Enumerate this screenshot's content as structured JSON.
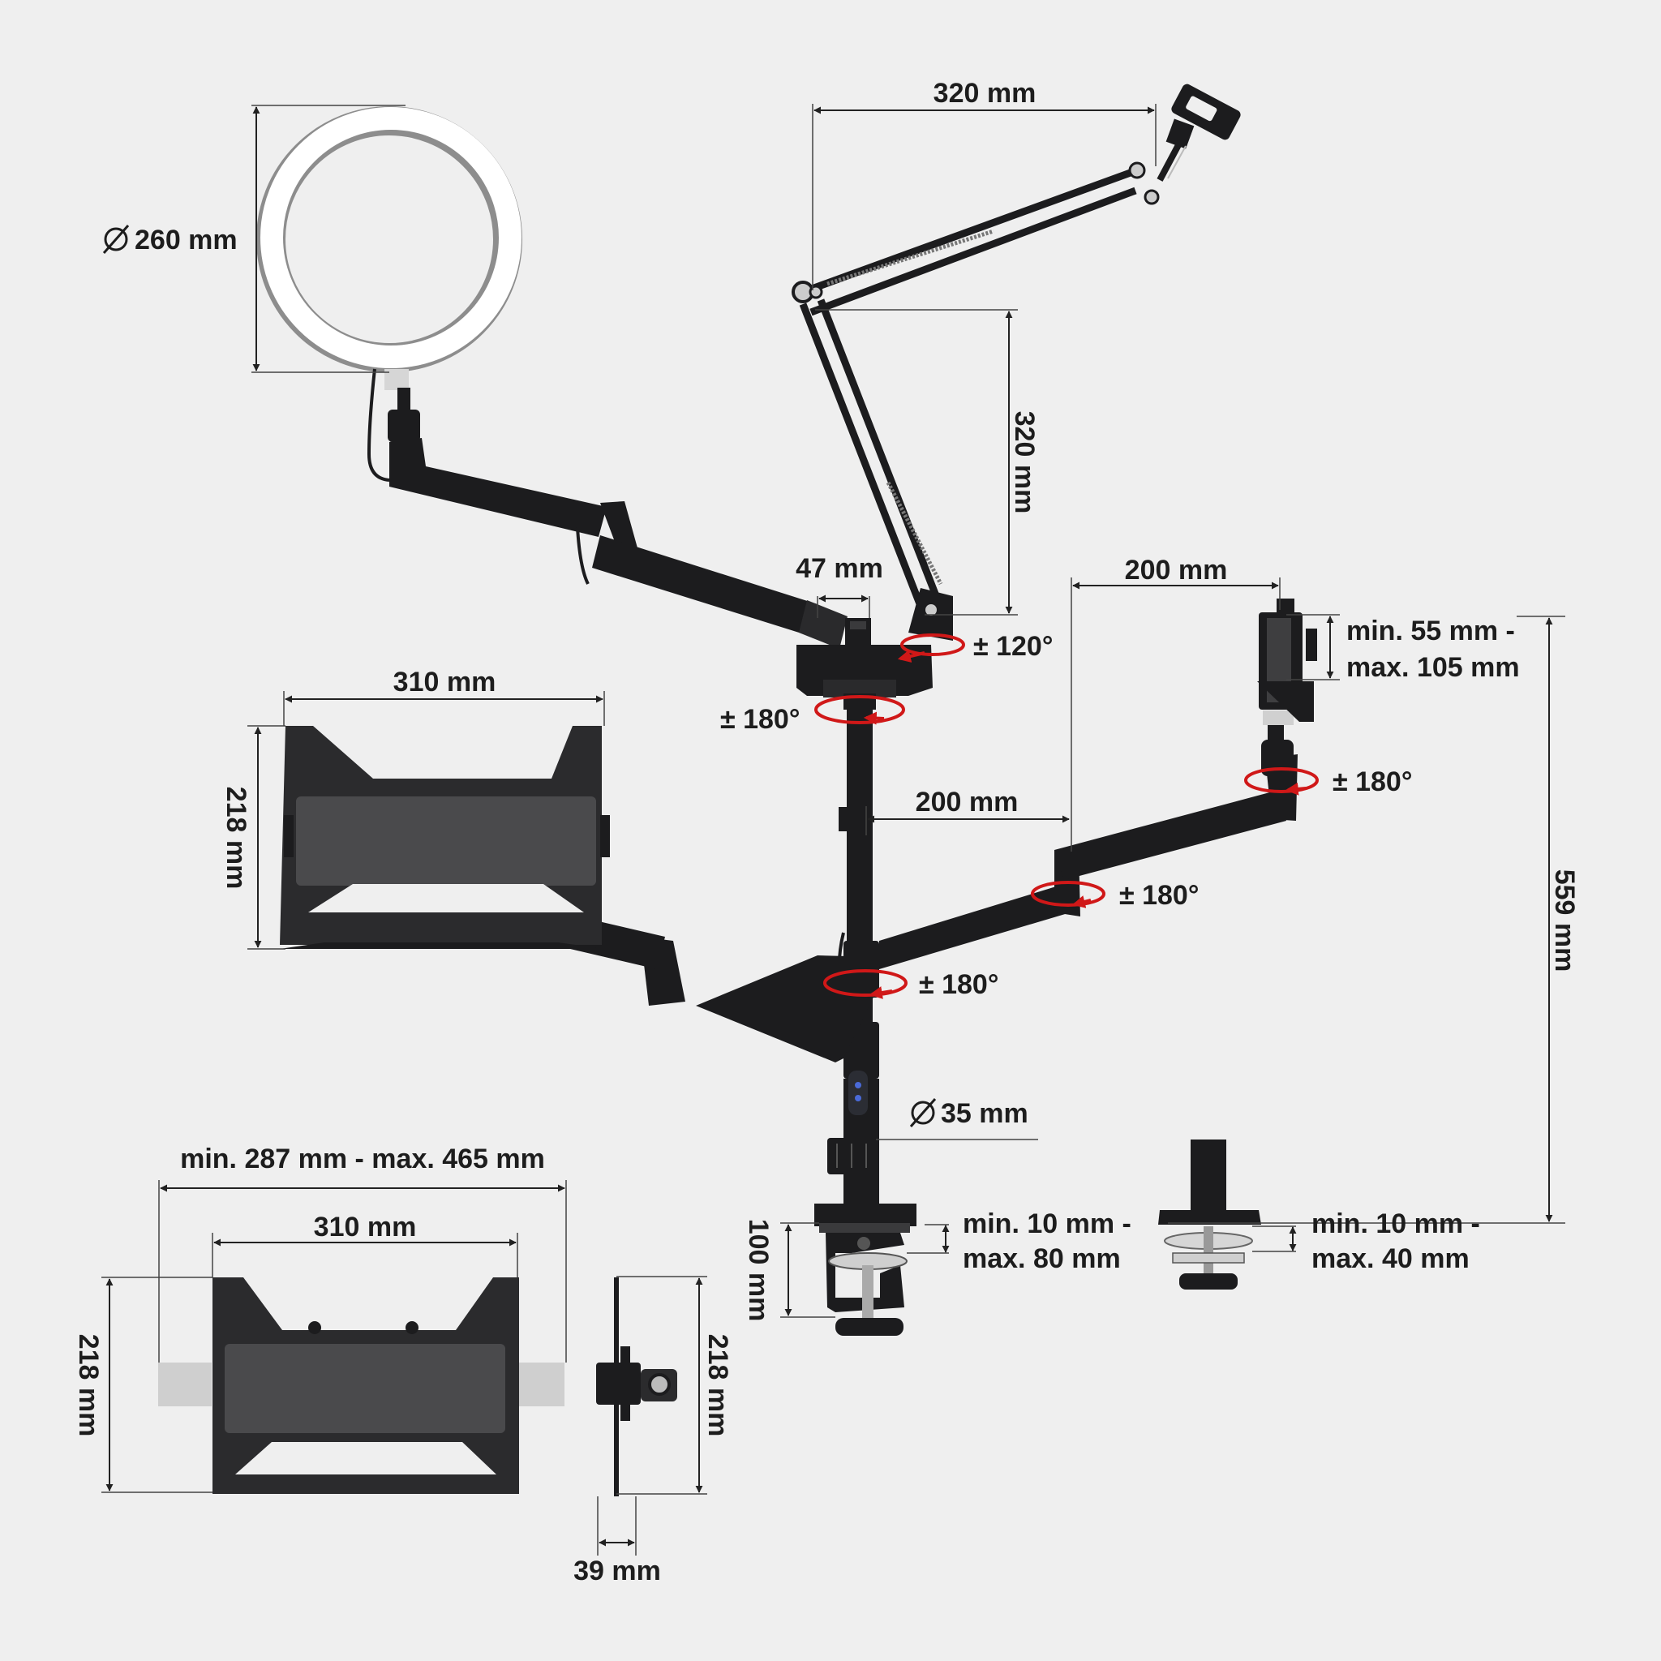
{
  "labels": {
    "ring_diameter": "260 mm",
    "mic_arm_width": "320 mm",
    "mic_arm_height": "320 mm",
    "pole_top": "47 mm",
    "mic_rotation": "± 120°",
    "top_rotation": "± 180°",
    "phone_arm_reach_top": "200 mm",
    "phone_clamp_line1": "min. 55 mm -",
    "phone_clamp_line2": "max. 105 mm",
    "phone_head_rotation": "± 180°",
    "phone_arm_reach": "200 mm",
    "elbow_rotation": "± 180°",
    "mid_rotation": "± 180°",
    "total_height": "559 mm",
    "tray_width_top": "310 mm",
    "tray_height_top": "218 mm",
    "pole_diameter": "35 mm",
    "clamp_height": "100 mm",
    "clamp_range_line1": "min. 10 mm -",
    "clamp_range_line2": "max. 80 mm",
    "grommet_range_line1": "min. 10 mm -",
    "grommet_range_line2": "max. 40 mm",
    "tray_extended_width": "min. 287 mm - max. 465 mm",
    "tray_width_bottom": "310 mm",
    "tray_height_bottom": "218 mm",
    "tray_side_height": "218 mm",
    "tray_depth": "39 mm"
  },
  "icons": [
    "diameter-icon"
  ],
  "colors": {
    "background": "#efefef",
    "metal": "#1c1c1e",
    "rotation_marker": "#d01818"
  }
}
